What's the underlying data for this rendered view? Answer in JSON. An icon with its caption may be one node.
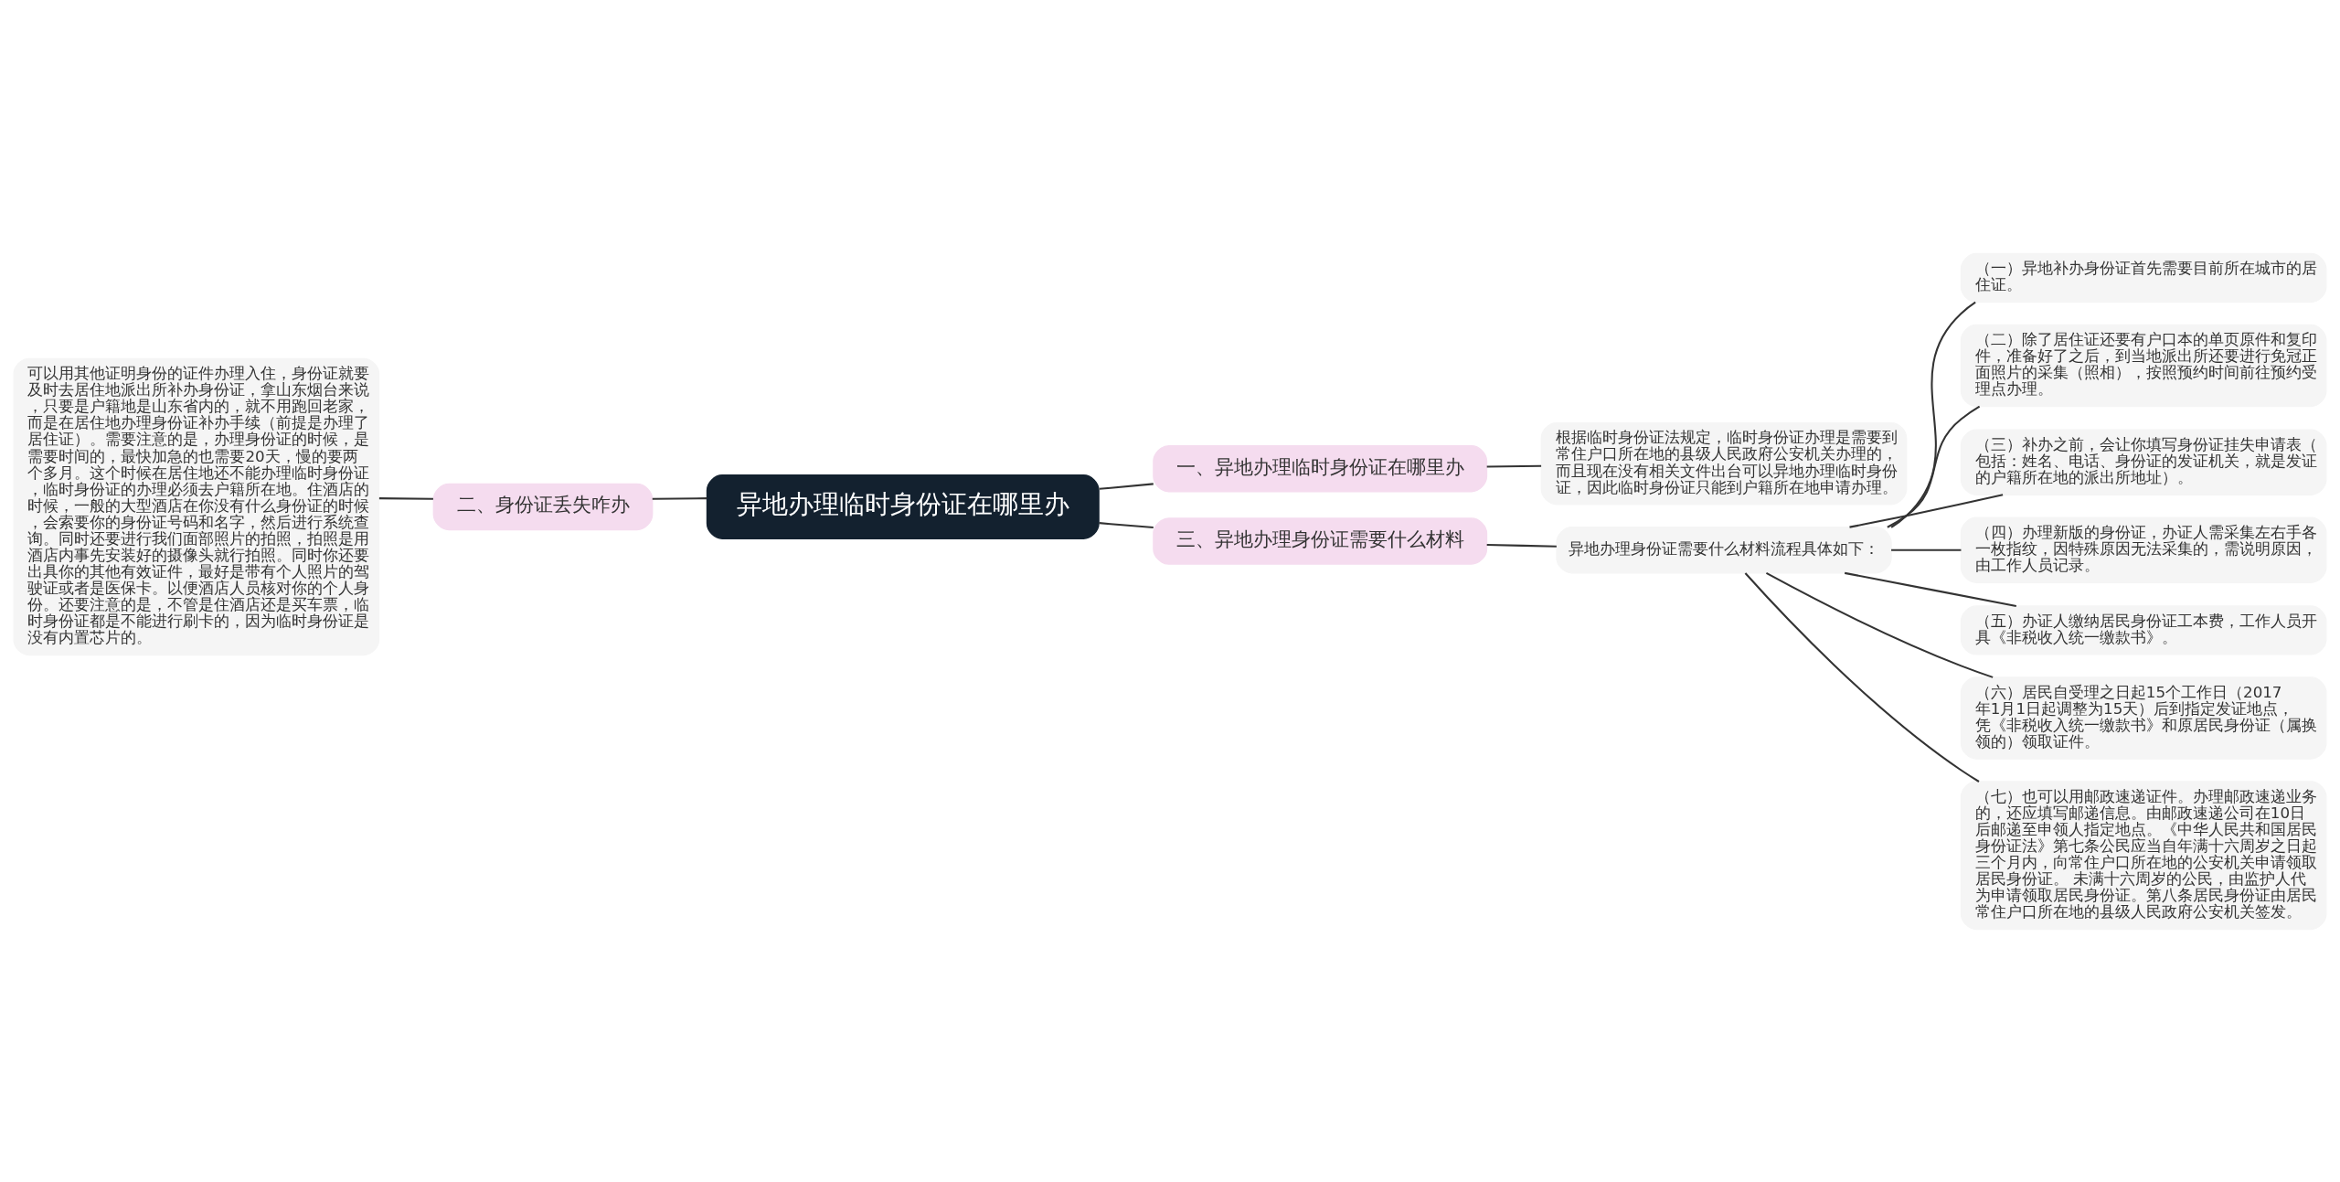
{
  "diagram": {
    "nodes": [
      {
        "text": [
          "异地办理临时身份证在哪里办"
        ]
      },
      {
        "text": [
          "一、异地办理临时身份证在哪里办"
        ]
      },
      {
        "text": [
          "根据临时身份证法规定，临时身份证办理是需要到常住户口所在地的县级人民政府公安机关办理的，而且现在没有相关文件出台可以异地办理临时身份证，因此临时身份证只能到户籍所在地申请办理。"
        ]
      },
      {
        "text": [
          "二、身份证丢失咋办"
        ]
      },
      {
        "text": [
          "可以用其他证明身份的证件办理入住，身份证就要及时去居住地派出所补办身份证，拿山东烟台来说，只要是户籍地是山东省内的，就不用跑回老家，而是在居住地办理身份证补办手续（前提是办理了居住证）。需要注意的是，办理身份证的时候，是需要时间的，最快加急的也需要20天，慢的要两个多月。这个时候在居住地还不能办理临时身份证，临时身份证的办理必须去户籍所在地。住酒店的时候，一般的大型酒店在你没有什么身份证的时候，会索要你的身份证号码和名字，然后进行系统查询。同时还要进行我们面部照片的拍照，拍照是用酒店内事先安装好的摄像头就行拍照。同时你还要出具你的其他有效证件，最好是带有个人照片的驾驶证或者是医保卡。以便酒店人员核对你的个人身份。还要注意的是，不管是住酒店还是买车票，临时身份证都是不能进行刷卡的，因为临时身份证是没有内置芯片的。"
        ]
      },
      {
        "text": [
          "三、异地办理身份证需要什么材料"
        ]
      },
      {
        "text": [
          "异地办理身份证需要什么材料流程具体如下："
        ]
      },
      {
        "text": [
          "（一）异地补办身份证首先需要目前所在城市的居住证。"
        ]
      },
      {
        "text": [
          "（二）除了居住证还要有户口本的单页原件和复印件，准备好了之后，到当地派出所还要进行免冠正面照片的采集（照相），按照预约时间前往预约受理点办理。"
        ]
      },
      {
        "text": [
          "（三）补办之前，会让你填写身份证挂失申请表（包括：姓名、电话、身份证的发证机关，就是发证的户籍所在地的派出所地址）。"
        ]
      },
      {
        "text": [
          "（四）办理新版的身份证，办证人需采集左右手各一枚指纹，因特殊原因无法采集的，需说明原因，由工作人员记录。"
        ]
      },
      {
        "text": [
          "（五）办证人缴纳居民身份证工本费，工作人员开具《非税收入统一缴款书》。"
        ]
      },
      {
        "text": [
          "（六）居民自受理之日起15个工作日（2017年1月1日起调整为15天）后到指定发证地点，凭《非税收入统一缴款书》和原居民身份证（属换领的）领取证件。"
        ]
      },
      {
        "text": [
          "（七）也可以用邮政速递证件。办理邮政速递业务的，还应填写邮递信息。由邮政速递公司在10日后邮递至申领人指定地点。《中华人民共和国居民身份证法》第七条公民应当自年满十六周岁之日起三个月内，向常住户口所在地的公安机关申请领取居民身份证。 未满十六周岁的公民，由监护人代为申请领取居民身份证。第八条居民身份证由居民常住户口所在地的县级人民政府公安机关签发。"
        ]
      }
    ],
    "edges": [
      {
        "from": 0,
        "to": 1,
        "arrow": "none"
      },
      {
        "from": 1,
        "to": 2,
        "arrow": "none"
      },
      {
        "from": 0,
        "to": 3,
        "arrow": "none"
      },
      {
        "from": 3,
        "to": 4,
        "arrow": "none"
      },
      {
        "from": 0,
        "to": 5,
        "arrow": "none"
      },
      {
        "from": 5,
        "to": 6,
        "arrow": "none"
      },
      {
        "from": 6,
        "to": 7,
        "arrow": "none"
      },
      {
        "from": 6,
        "to": 8,
        "arrow": "none"
      },
      {
        "from": 6,
        "to": 9,
        "arrow": "none"
      },
      {
        "from": 6,
        "to": 10,
        "arrow": "none"
      },
      {
        "from": 6,
        "to": 11,
        "arrow": "none"
      },
      {
        "from": 6,
        "to": 12,
        "arrow": "none"
      },
      {
        "from": 6,
        "to": 13,
        "arrow": "none"
      }
    ]
  }
}
